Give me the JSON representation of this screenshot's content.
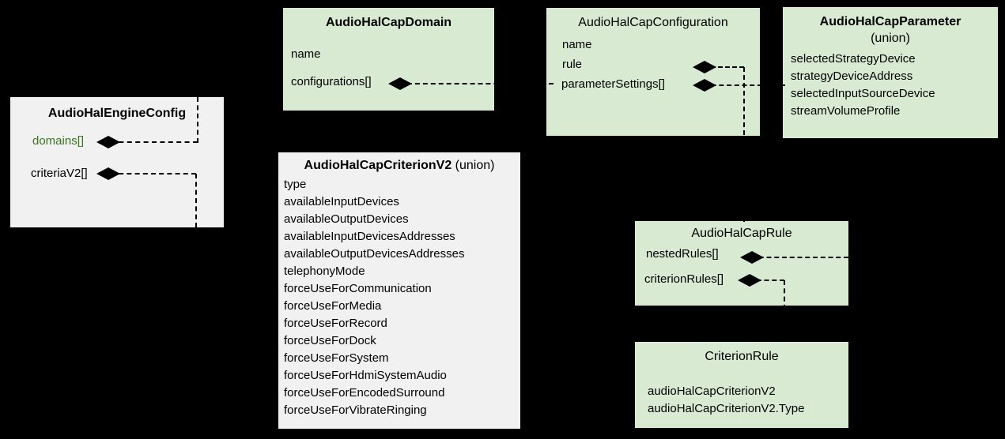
{
  "colors": {
    "background": "#000000",
    "box_green": "#d9ead3",
    "box_gray": "#f1f1f1",
    "text": "#000000",
    "domains_field_green": "#38761d",
    "connector": "#000000"
  },
  "boxes": {
    "engine_config": {
      "title": "AudioHalEngineConfig",
      "fields": {
        "domains": "domains[]",
        "criteria_v2": "criteriaV2[]"
      }
    },
    "cap_domain": {
      "title": "AudioHalCapDomain",
      "fields": {
        "name": "name",
        "configurations": "configurations[]"
      }
    },
    "cap_configuration": {
      "title": "AudioHalCapConfiguration",
      "fields": {
        "name": "name",
        "rule": "rule",
        "parameter_settings": "parameterSettings[]"
      }
    },
    "cap_parameter": {
      "title": "AudioHalCapParameter",
      "subtitle": "(union)",
      "fields": [
        "selectedStrategyDevice",
        "strategyDeviceAddress",
        "selectedInputSourceDevice",
        "streamVolumeProfile"
      ]
    },
    "cap_criterion_v2": {
      "title": "AudioHalCapCriterionV2",
      "title_suffix": " (union)",
      "fields": [
        "type",
        "availableInputDevices",
        "availableOutputDevices",
        "availableInputDevicesAddresses",
        "availableOutputDevicesAddresses",
        "telephonyMode",
        "forceUseForCommunication",
        "forceUseForMedia",
        "forceUseForRecord",
        "forceUseForDock",
        "forceUseForSystem",
        "forceUseForHdmiSystemAudio",
        "forceUseForEncodedSurround",
        "forceUseForVibrateRinging"
      ]
    },
    "cap_rule": {
      "title": "AudioHalCapRule",
      "fields": {
        "nested_rules": "nestedRules[]",
        "criterion_rules": "criterionRules[]"
      }
    },
    "criterion_rule": {
      "title": "CriterionRule",
      "fields": [
        "audioHalCapCriterionV2",
        "audioHalCapCriterionV2.Type"
      ]
    }
  }
}
